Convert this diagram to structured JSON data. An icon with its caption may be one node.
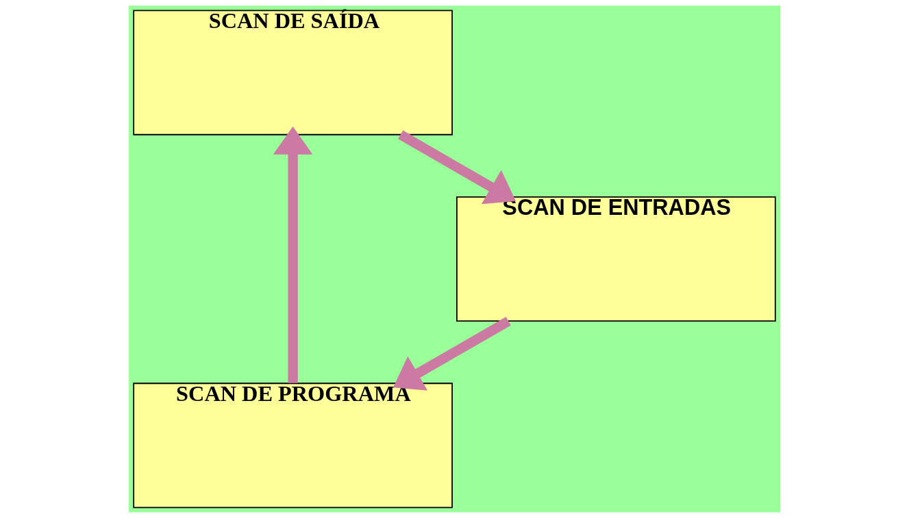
{
  "diagram": {
    "nodes": [
      {
        "text": [
          "SCAN DE PROGRAMA"
        ]
      },
      {
        "text": [
          "SCAN DE ENTRADAS"
        ]
      },
      {
        "text": [
          "SCAN DE SAÍDA"
        ]
      }
    ],
    "edges": [
      {
        "from": 1,
        "to": 0,
        "arrow": "to"
      },
      {
        "from": 0,
        "to": 2,
        "arrow": "to"
      },
      {
        "from": 2,
        "to": 1,
        "arrow": "to"
      }
    ]
  }
}
